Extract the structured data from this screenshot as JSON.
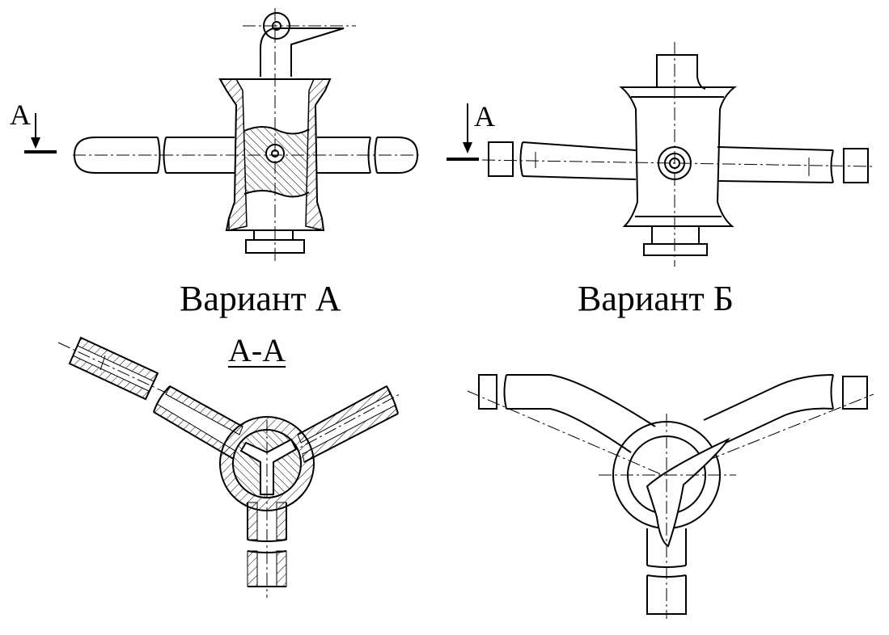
{
  "labels": {
    "variant_a": "Вариант А",
    "variant_b": "Вариант Б",
    "section_aa": "А-А",
    "arrow_a_left": "А",
    "arrow_a_right": "А"
  }
}
